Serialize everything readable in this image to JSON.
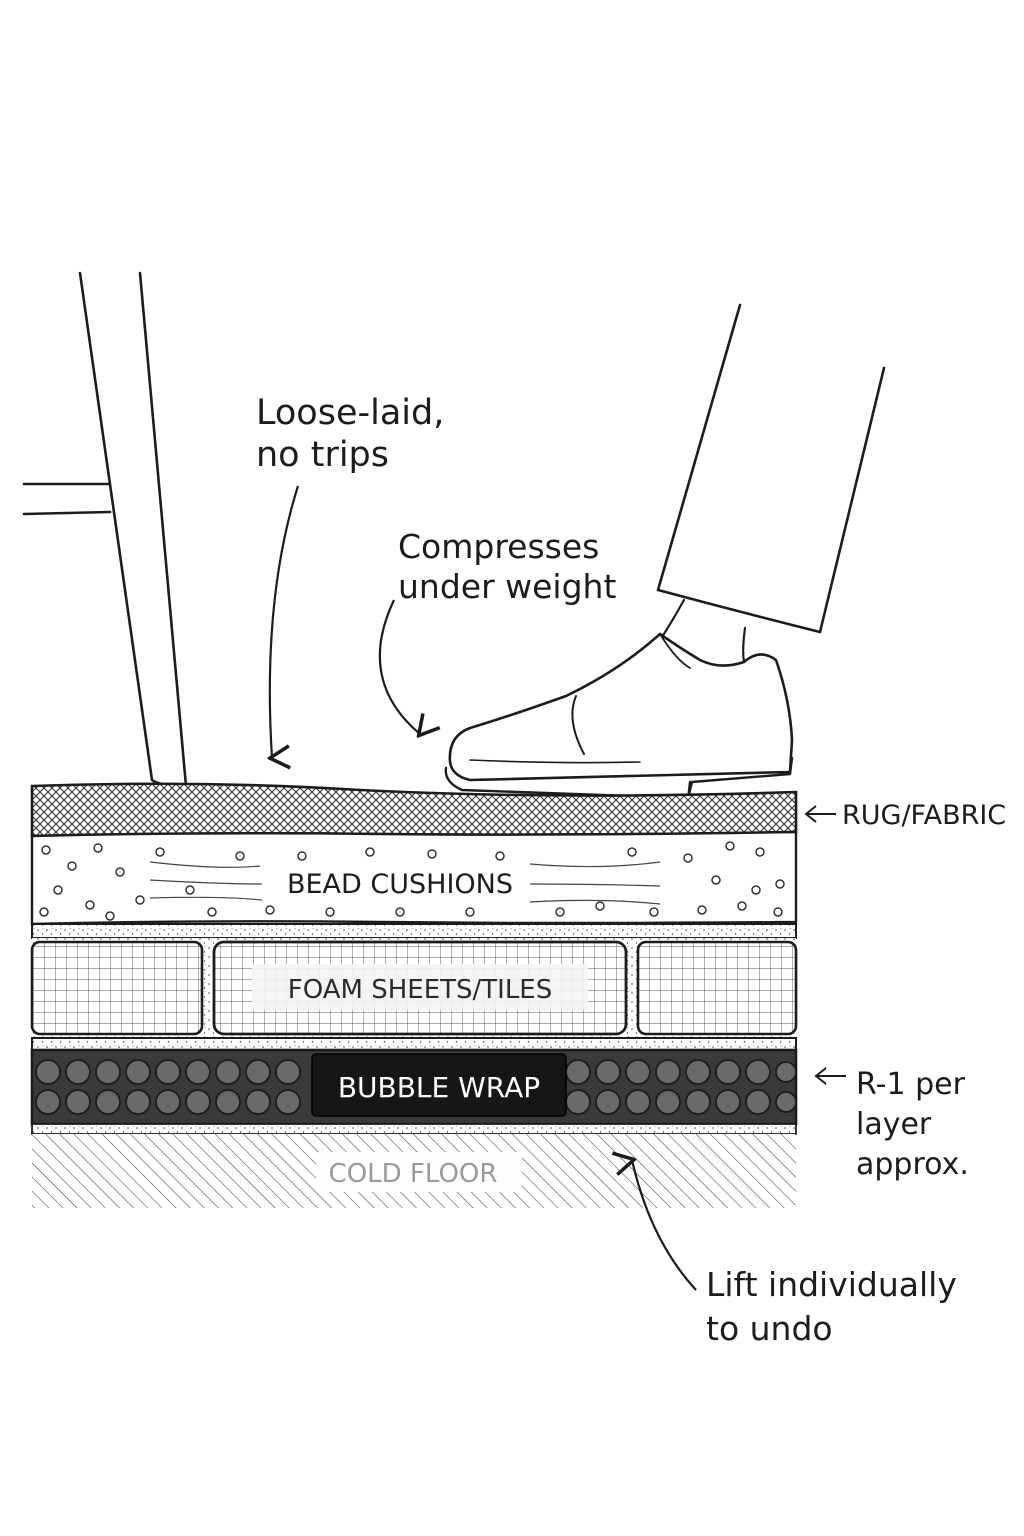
{
  "annotations": {
    "loose_laid_line1": "Loose-laid,",
    "loose_laid_line2": "no trips",
    "compresses_line1": "Compresses",
    "compresses_line2": "under weight",
    "rug_fabric": "RUG/FABRIC",
    "r_value_line1": "R-1 per",
    "r_value_line2": "layer",
    "r_value_line3": "approx.",
    "lift_line1": "Lift individually",
    "lift_line2": "to undo"
  },
  "layers": {
    "bead_cushions": "BEAD CUSHIONS",
    "foam_sheets": "FOAM SHEETS/TILES",
    "bubble_wrap": "BUBBLE WRAP",
    "cold_floor": "COLD FLOOR"
  },
  "colors": {
    "ink": "#1c1c1c",
    "bubble_fill": "#5a5a5a",
    "bubble_band": "#3a3a3a",
    "label_dark_bg": "#1a1a1a"
  }
}
